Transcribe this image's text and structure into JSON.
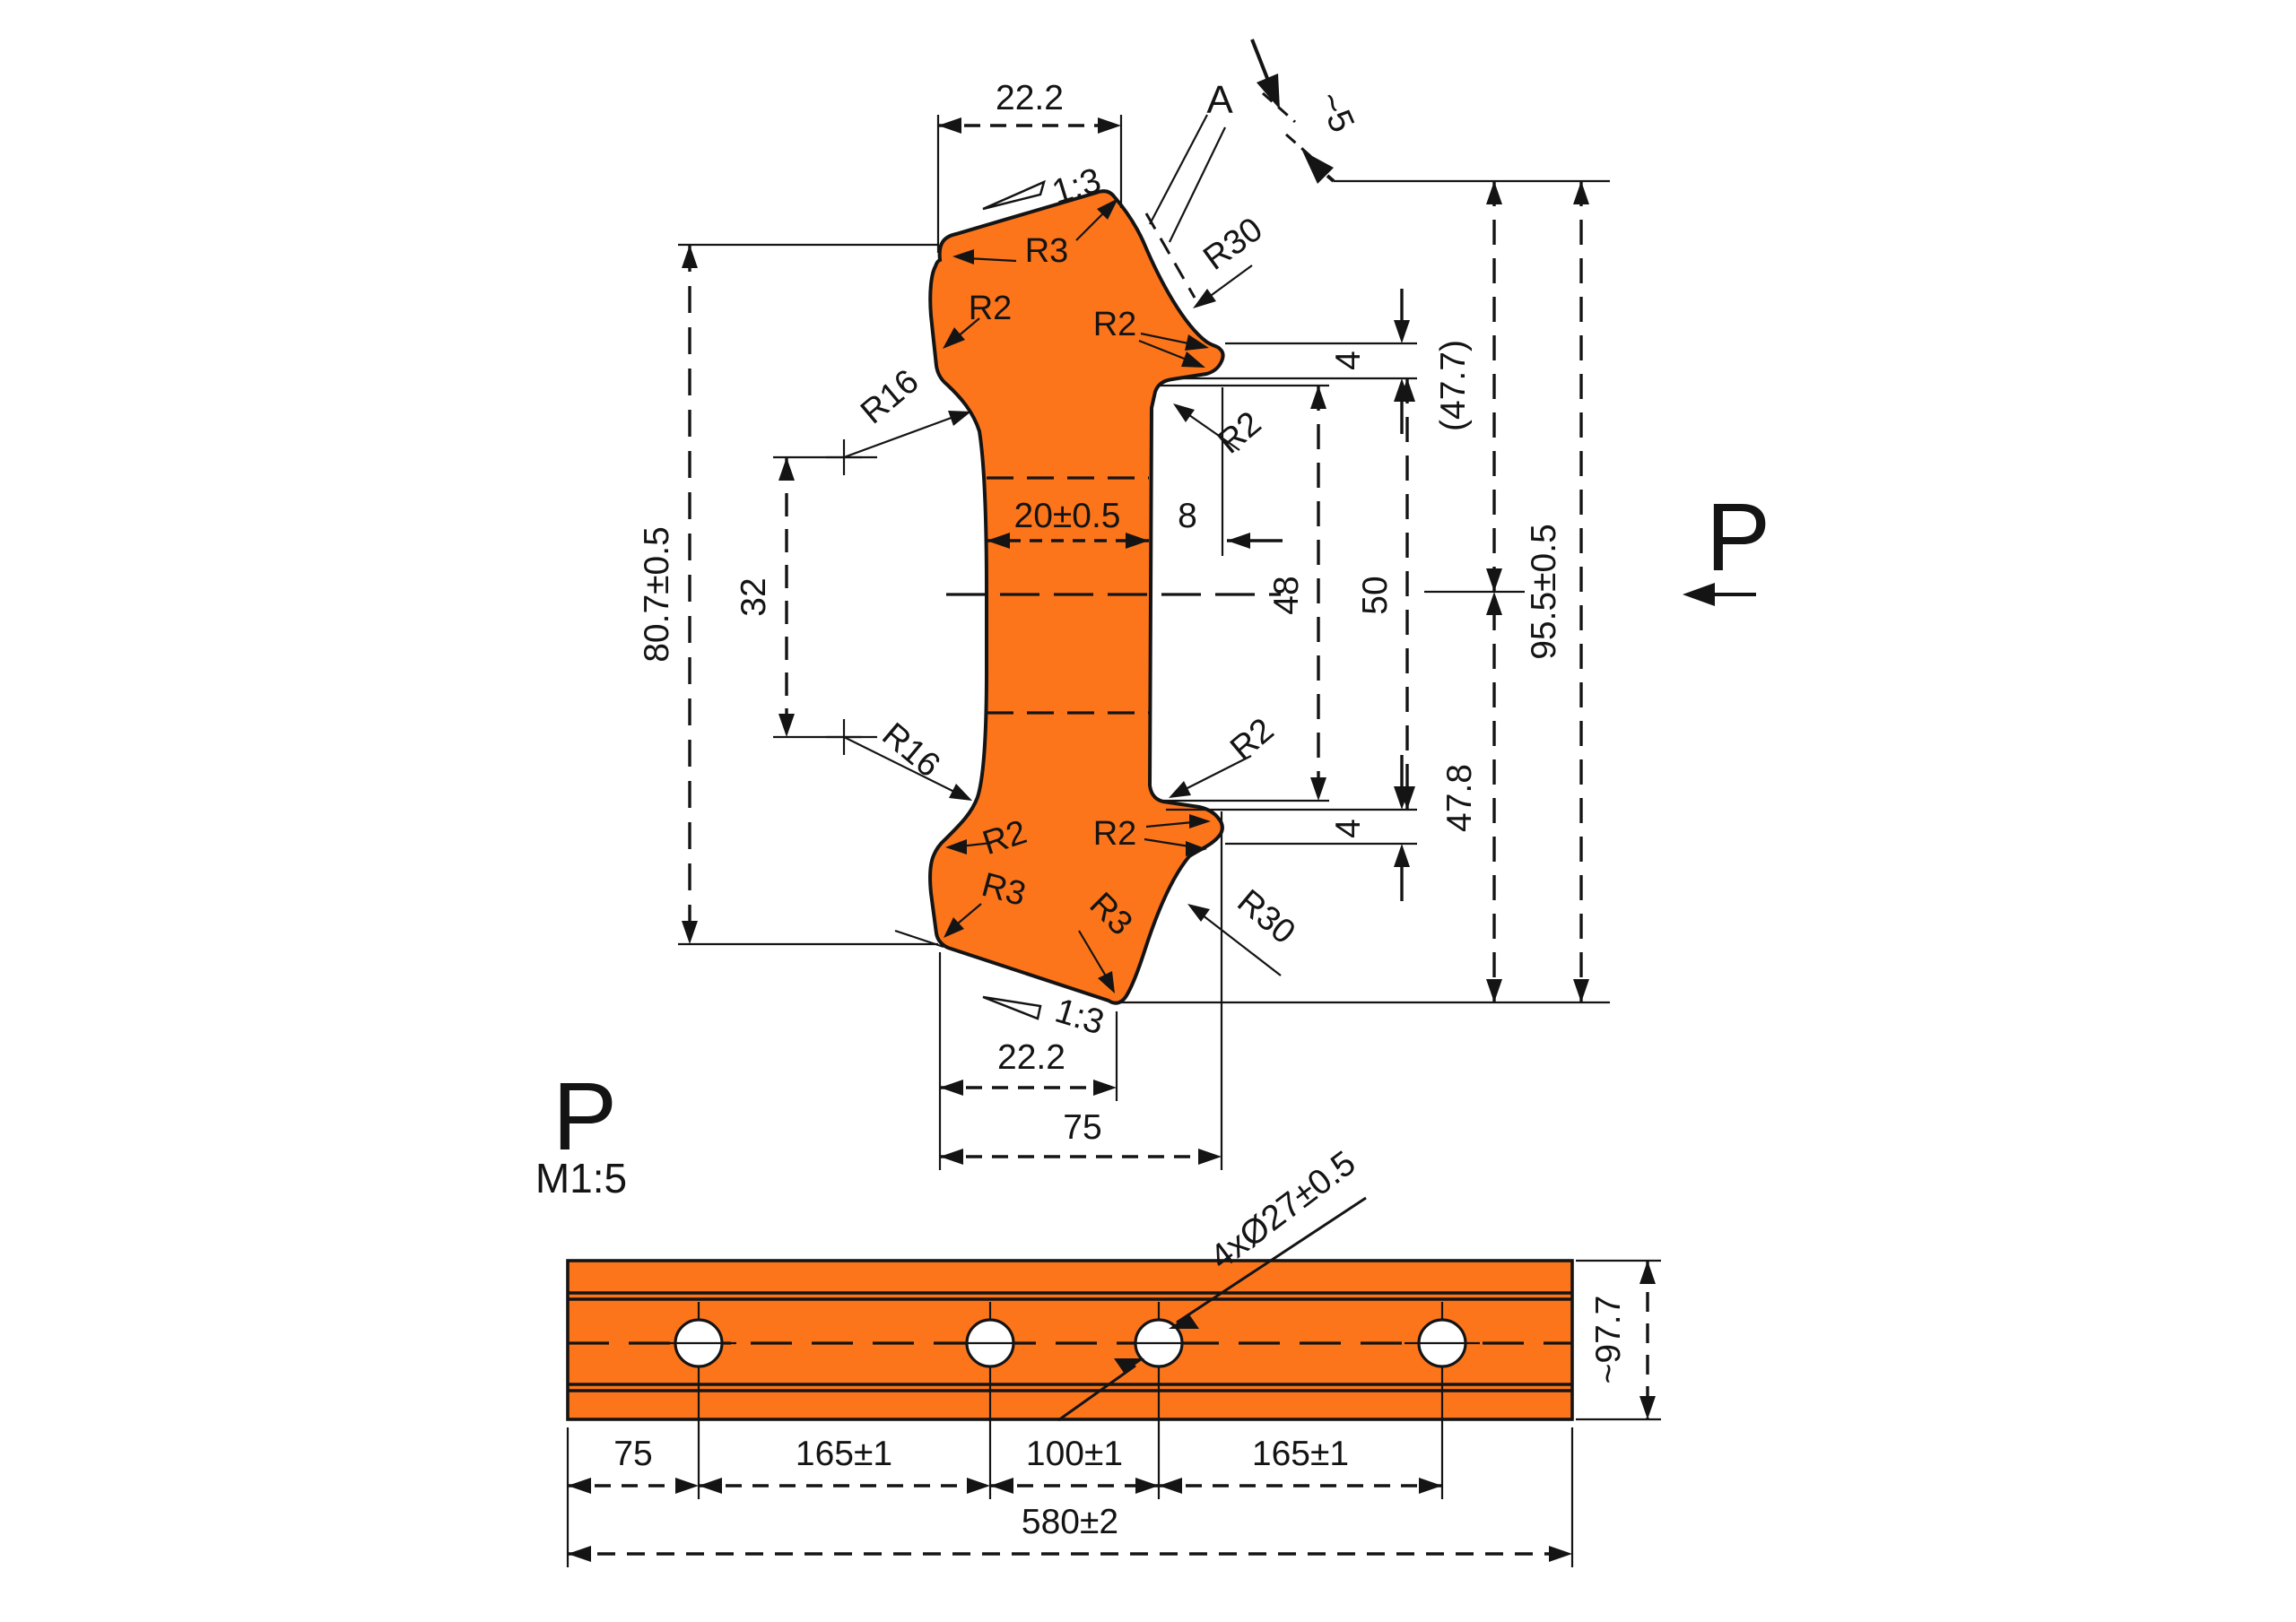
{
  "colors": {
    "part_orange": "#FC751B",
    "ink": "#141414",
    "hole_white": "#FFFFFF"
  },
  "views": {
    "p_label": "P",
    "p_arrow_label": "P",
    "scale_label": "M1:5"
  },
  "section": {
    "top_width": "22.2",
    "bottom_width": "22.2",
    "overall_width": "75",
    "detail_label": "A",
    "chamfer_approx": "~5",
    "taper_ratio": "1:3",
    "radius_r2": "R2",
    "radius_r3": "R3",
    "radius_r16": "R16",
    "radius_r30": "R30",
    "left_height": "80.7±0.5",
    "left_span": "32",
    "web_width": "20±0.5",
    "web_offset": "8",
    "notch_thickness": "4",
    "right_48": "48",
    "right_50": "50",
    "right_47_7": "(47.7)",
    "right_47_8": "47.8",
    "overall_height": "95.5±0.5"
  },
  "bar": {
    "hole_note": "4xØ27±0.5",
    "end_offset": "75",
    "hole_pitch": "165±1",
    "center_pitch": "100±1",
    "overall_length": "580±2",
    "height": "~97.7"
  }
}
